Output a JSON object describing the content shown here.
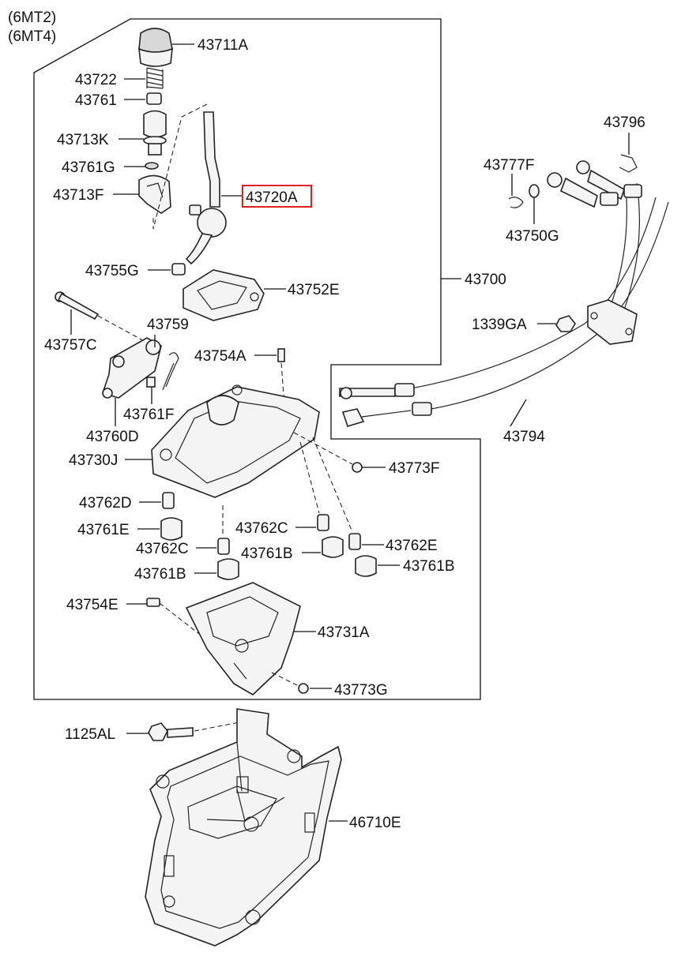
{
  "variants": [
    "(6MT2)",
    "(6MT4)"
  ],
  "highlight_color": "#e02020",
  "labels": {
    "p43711A": "43711A",
    "p43722": "43722",
    "p43761": "43761",
    "p43713K": "43713K",
    "p43761G": "43761G",
    "p43713F": "43713F",
    "p43720A": "43720A",
    "p43755G": "43755G",
    "p43752E": "43752E",
    "p43700": "43700",
    "p43757C": "43757C",
    "p43759": "43759",
    "p43754A": "43754A",
    "p43761F": "43761F",
    "p43760D": "43760D",
    "p43730J": "43730J",
    "p43773F": "43773F",
    "p43762D": "43762D",
    "p43761E": "43761E",
    "p43762C_a": "43762C",
    "p43762C_b": "43762C",
    "p43762E": "43762E",
    "p43761B_a": "43761B",
    "p43761B_b": "43761B",
    "p43761B_c": "43761B",
    "p43754E": "43754E",
    "p43731A": "43731A",
    "p43773G": "43773G",
    "p43796": "43796",
    "p43777F": "43777F",
    "p43750G": "43750G",
    "p1339GA": "1339GA",
    "p43794": "43794",
    "p1125AL": "1125AL",
    "p46710E": "46710E"
  }
}
